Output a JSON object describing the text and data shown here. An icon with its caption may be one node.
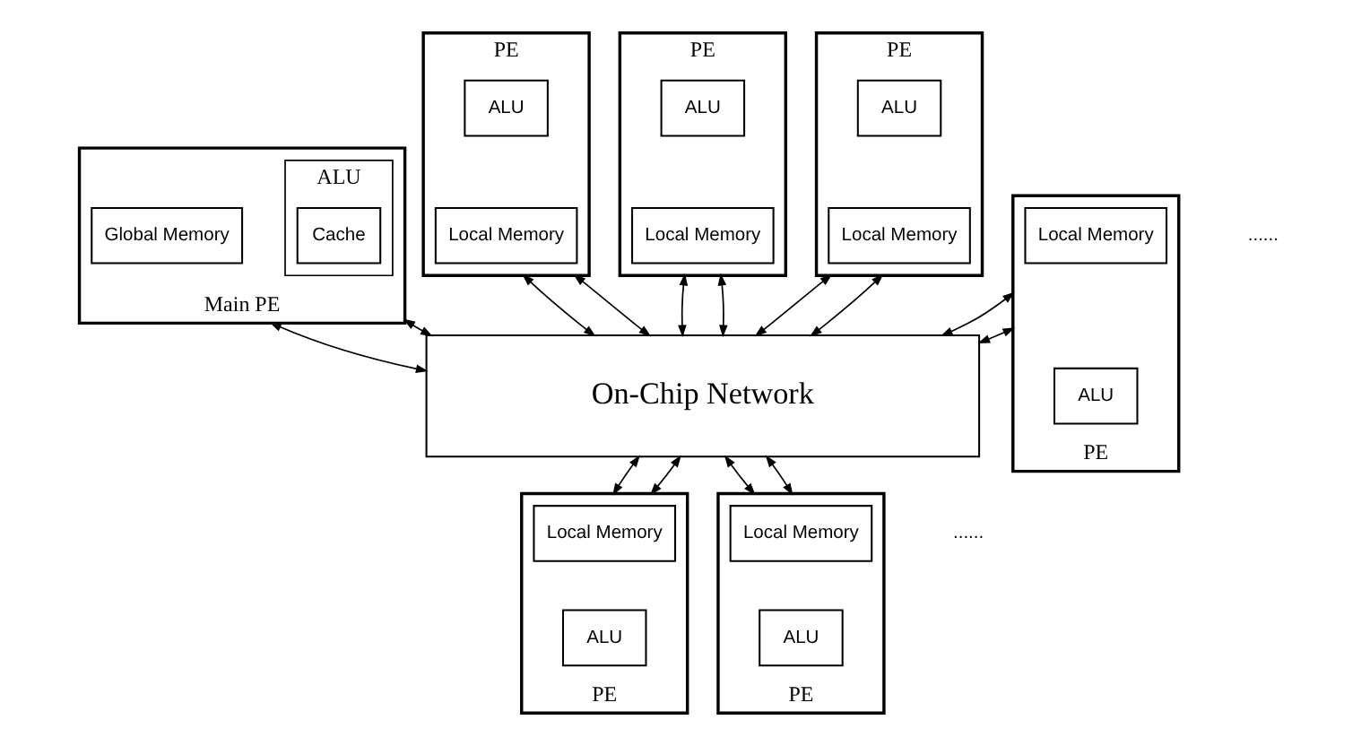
{
  "diagram": {
    "nodes": [
      {
        "text": [
          "Main PE"
        ]
      },
      {
        "text": [
          "ALU"
        ],
        "in": 0
      },
      {
        "text": [
          "Cache"
        ],
        "in": 1
      },
      {
        "text": [
          "Global Memory"
        ],
        "in": 0
      },
      {
        "text": [
          "On-Chip Network"
        ]
      },
      {
        "text": [
          "PE"
        ]
      },
      {
        "text": [
          "ALU"
        ],
        "in": 5
      },
      {
        "text": [
          "Local Memory"
        ],
        "in": 5
      },
      {
        "text": [
          "PE"
        ]
      },
      {
        "text": [
          "ALU"
        ],
        "in": 8
      },
      {
        "text": [
          "Local Memory"
        ],
        "in": 8
      },
      {
        "text": [
          "PE"
        ]
      },
      {
        "text": [
          "ALU"
        ],
        "in": 11
      },
      {
        "text": [
          "Local Memory"
        ],
        "in": 11
      },
      {
        "text": [
          "PE"
        ]
      },
      {
        "text": [
          "Local Memory"
        ],
        "in": 14
      },
      {
        "text": [
          "ALU"
        ],
        "in": 14
      },
      {
        "text": [
          "PE"
        ]
      },
      {
        "text": [
          "Local Memory"
        ],
        "in": 17
      },
      {
        "text": [
          "ALU"
        ],
        "in": 17
      },
      {
        "text": [
          "PE"
        ]
      },
      {
        "text": [
          "Local Memory"
        ],
        "in": 20
      },
      {
        "text": [
          "ALU"
        ],
        "in": 20
      }
    ],
    "edges": [
      {
        "from": 0,
        "to": 4,
        "arrow": "both"
      },
      {
        "from": 0,
        "to": 4,
        "arrow": "both"
      },
      {
        "from": 5,
        "to": 4,
        "arrow": "both"
      },
      {
        "from": 5,
        "to": 4,
        "arrow": "both"
      },
      {
        "from": 8,
        "to": 4,
        "arrow": "both"
      },
      {
        "from": 8,
        "to": 4,
        "arrow": "both"
      },
      {
        "from": 11,
        "to": 4,
        "arrow": "both"
      },
      {
        "from": 11,
        "to": 4,
        "arrow": "both"
      },
      {
        "from": 4,
        "to": 14,
        "arrow": "both"
      },
      {
        "from": 4,
        "to": 14,
        "arrow": "both"
      },
      {
        "from": 4,
        "to": 17,
        "arrow": "both"
      },
      {
        "from": 4,
        "to": 17,
        "arrow": "both"
      },
      {
        "from": 4,
        "to": 20,
        "arrow": "both"
      },
      {
        "from": 4,
        "to": 20,
        "arrow": "both"
      }
    ],
    "labels": [
      "......",
      "......"
    ]
  }
}
